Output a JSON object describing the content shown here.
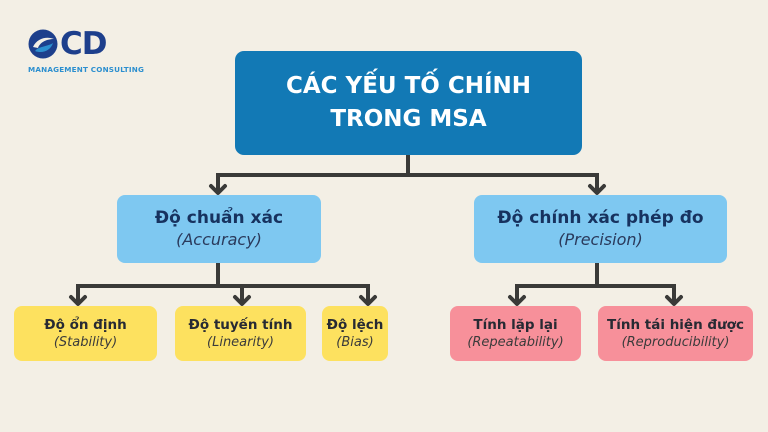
{
  "logo": {
    "brand": "CD",
    "subtitle": "MANAGEMENT CONSULTING",
    "colors": {
      "primary": "#1d3f8c",
      "accent": "#2c8fcf"
    }
  },
  "root": {
    "line1": "CÁC YẾU TỐ CHÍNH",
    "line2": "TRONG MSA",
    "color": "#1279b5"
  },
  "branches": [
    {
      "title": "Độ chuẩn xác",
      "subtitle": "(Accuracy)",
      "color": "#7ec8f1",
      "children": [
        {
          "title": "Độ ổn định",
          "subtitle": "(Stability)",
          "color": "#fde15f"
        },
        {
          "title": "Độ tuyến tính",
          "subtitle": "(Linearity)",
          "color": "#fde15f"
        },
        {
          "title": "Độ lệch",
          "subtitle": "(Bias)",
          "color": "#fde15f"
        }
      ]
    },
    {
      "title": "Độ chính xác phép đo",
      "subtitle": "(Precision)",
      "color": "#7ec8f1",
      "children": [
        {
          "title": "Tính lặp lại",
          "subtitle": "(Repeatability)",
          "color": "#f7909a"
        },
        {
          "title": "Tính tái hiện được",
          "subtitle": "(Reproducibility)",
          "color": "#f7909a"
        }
      ]
    }
  ],
  "connector_color": "#3a3a38",
  "background": "#f3efe5"
}
